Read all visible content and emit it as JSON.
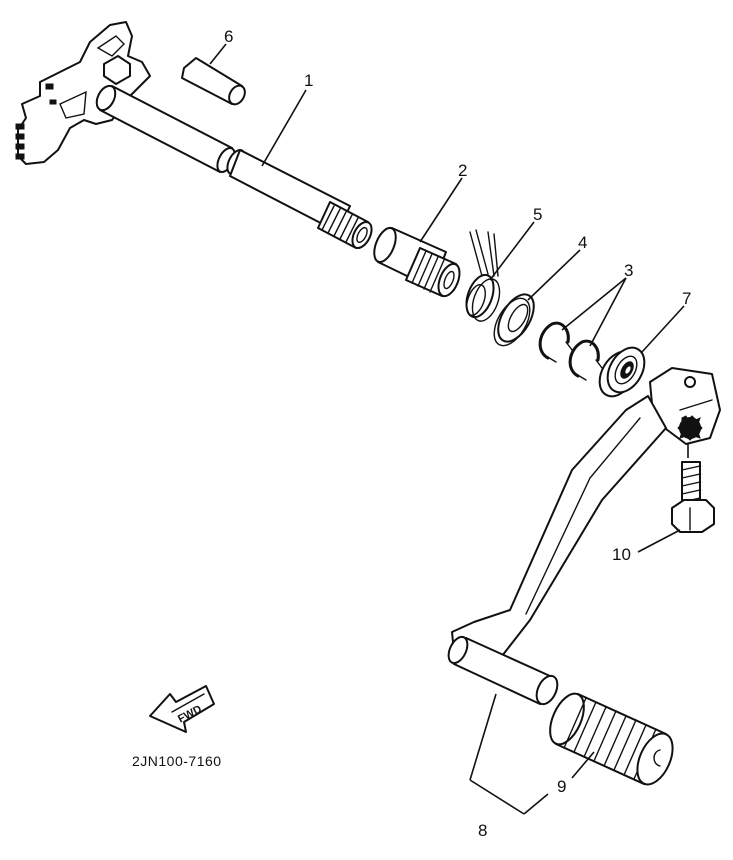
{
  "callouts": [
    {
      "id": "1",
      "label": "1"
    },
    {
      "id": "2",
      "label": "2"
    },
    {
      "id": "3",
      "label": "3"
    },
    {
      "id": "4",
      "label": "4"
    },
    {
      "id": "5",
      "label": "5"
    },
    {
      "id": "6",
      "label": "6"
    },
    {
      "id": "7",
      "label": "7"
    },
    {
      "id": "8",
      "label": "8"
    },
    {
      "id": "9",
      "label": "9"
    },
    {
      "id": "10",
      "label": "10"
    }
  ],
  "direction_arrow": {
    "label": "FWD"
  },
  "diagram_code": "2JN100-7160"
}
